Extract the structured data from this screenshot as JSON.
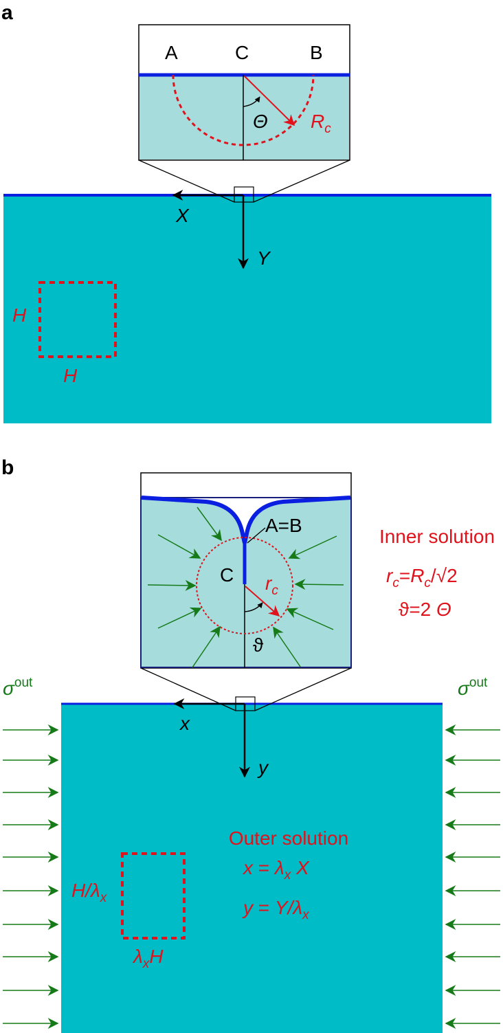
{
  "panel_a": {
    "label": "a",
    "inset_points": {
      "a": "A",
      "c": "C",
      "b": "B"
    },
    "inset_angle": "Θ",
    "inset_radius": "R",
    "inset_radius_sub": "c",
    "axis_x": "X",
    "axis_y": "Y",
    "square_left": "H",
    "square_bottom": "H"
  },
  "panel_b": {
    "label": "b",
    "inset_merge": "A=B",
    "inset_center": "C",
    "inset_radius": "r",
    "inset_radius_sub": "c",
    "inset_angle": "ϑ",
    "inner_title": "Inner solution",
    "inner_eq1": {
      "r": "r",
      "r_sub": "c",
      "eq": "=",
      "R": "R",
      "R_sub": "c",
      "tail": "/√2"
    },
    "inner_eq2": {
      "lhs": "ϑ=2 ",
      "theta": "Θ"
    },
    "sigma_left": {
      "sym": "σ",
      "sup": "out"
    },
    "sigma_right": {
      "sym": "σ",
      "sup": "out"
    },
    "axis_x": "x",
    "axis_y": "y",
    "outer_title": "Outer solution",
    "outer_eq1": {
      "lhs": "x",
      "eq": " = ",
      "lam": "λ",
      "lam_sub": "x",
      "var": " X"
    },
    "outer_eq2": {
      "lhs": "y",
      "eq": " = ",
      "var": " Y/",
      "lam": "λ",
      "lam_sub": "x"
    },
    "rect_left": {
      "h": "H/",
      "lam": "λ",
      "lam_sub": "x"
    },
    "rect_bottom": {
      "lam": "λ",
      "lam_sub": "x",
      "h": "H"
    }
  },
  "colors": {
    "teal": "#00bcc6",
    "light_teal": "#a6dcdc",
    "blue_line": "#0a1fe0",
    "red": "#e0121b",
    "green": "#157a17",
    "black": "#000000"
  }
}
